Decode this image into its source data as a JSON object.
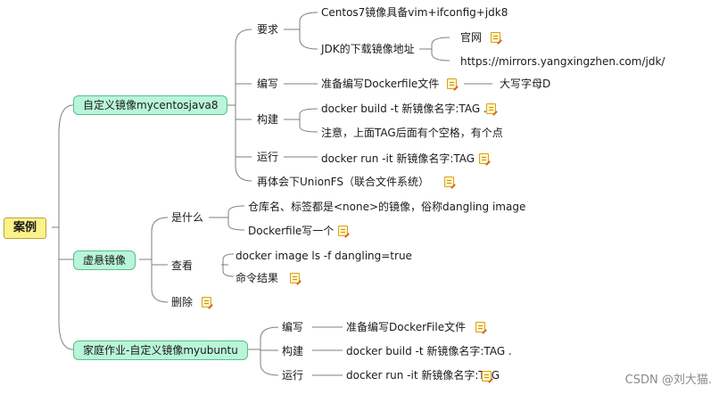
{
  "root": "案例",
  "branches": [
    {
      "label": "自定义镜像mycentosjava8",
      "children": [
        {
          "label": "要求",
          "children": [
            {
              "label": "Centos7镜像具备vim+ifconfig+jdk8"
            },
            {
              "label": "JDK的下载镜像地址",
              "children": [
                {
                  "label": "官网",
                  "note": true
                },
                {
                  "label": "https://mirrors.yangxingzhen.com/jdk/"
                }
              ]
            }
          ]
        },
        {
          "label": "编写",
          "children": [
            {
              "label": "准备编写Dockerfile文件",
              "note": true,
              "children": [
                {
                  "label": "大写字母D"
                }
              ]
            }
          ]
        },
        {
          "label": "构建",
          "children": [
            {
              "label": "docker build -t 新镜像名字:TAG .",
              "note": true
            },
            {
              "label": "注意，上面TAG后面有个空格，有个点"
            }
          ]
        },
        {
          "label": "运行",
          "children": [
            {
              "label": "docker run -it 新镜像名字:TAG",
              "note": true
            }
          ]
        },
        {
          "label": "再体会下UnionFS（联合文件系统）",
          "note": true
        }
      ]
    },
    {
      "label": "虚悬镜像",
      "children": [
        {
          "label": "是什么",
          "children": [
            {
              "label": "仓库名、标签都是<none>的镜像，俗称dangling image"
            },
            {
              "label": "Dockerfile写一个",
              "note": true
            }
          ]
        },
        {
          "label": "查看",
          "children": [
            {
              "label": "docker image ls -f dangling=true"
            },
            {
              "label": "命令结果",
              "note": true
            }
          ]
        },
        {
          "label": "删除",
          "note": true
        }
      ]
    },
    {
      "label": "家庭作业-自定义镜像myubuntu",
      "children": [
        {
          "label": "编写",
          "children": [
            {
              "label": "准备编写DockerFile文件",
              "note": true
            }
          ]
        },
        {
          "label": "构建",
          "children": [
            {
              "label": "docker build -t 新镜像名字:TAG ."
            }
          ]
        },
        {
          "label": "运行",
          "children": [
            {
              "label": "docker run -it 新镜像名字:TAG",
              "note": true
            }
          ]
        }
      ]
    }
  ],
  "watermark": "CSDN @刘大猫."
}
